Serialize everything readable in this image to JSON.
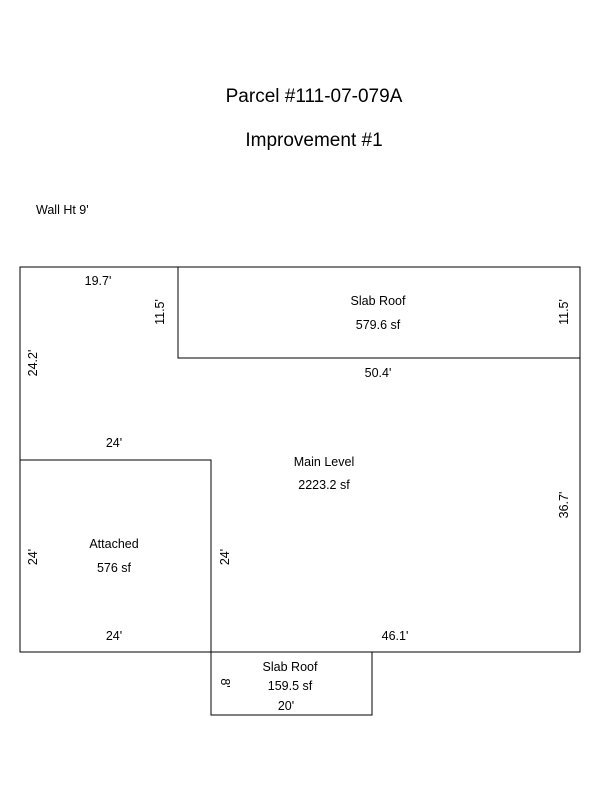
{
  "header": {
    "parcel": "Parcel #111-07-079A",
    "improvement": "Improvement #1",
    "wall_height": "Wall Ht 9'"
  },
  "areas": {
    "slab_roof_top": {
      "name": "Slab Roof",
      "area": "579.6 sf"
    },
    "main_level": {
      "name": "Main Level",
      "area": "2223.2 sf"
    },
    "attached": {
      "name": "Attached",
      "area": "576 sf"
    },
    "slab_roof_bottom": {
      "name": "Slab Roof",
      "area": "159.5 sf"
    }
  },
  "dimensions": {
    "top_left_width": "19.7'",
    "top_notch_height": "11.5'",
    "slab_right_height": "11.5'",
    "left_upper_height": "24.2'",
    "slab_bottom_width": "50.4'",
    "attached_top_width": "24'",
    "main_right_height": "36.7'",
    "attached_left_height": "24'",
    "attached_right_height": "24'",
    "attached_bottom_width": "24'",
    "main_bottom_width": "46.1'",
    "slab2_height": "8'",
    "slab2_width": "20'"
  }
}
